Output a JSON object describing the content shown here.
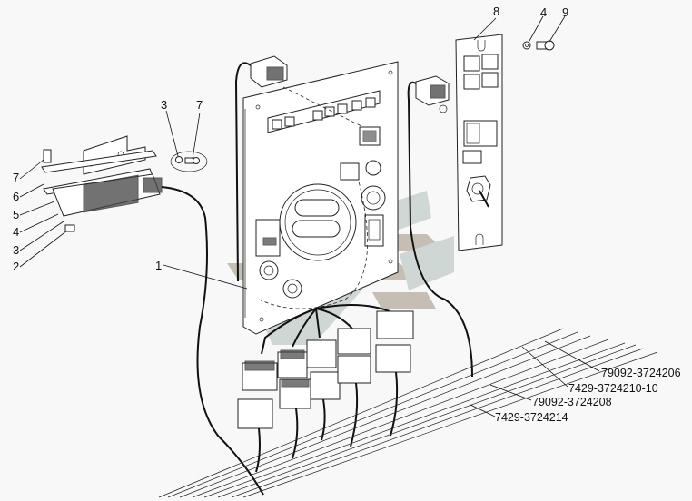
{
  "diagram": {
    "title": "Instrument panel wiring exploded view",
    "watermark": {
      "colors": {
        "tan": "#bfb5a8",
        "gray": "#c9d2d0"
      }
    },
    "callouts": {
      "left_block": [
        {
          "id": "7",
          "label": "7"
        },
        {
          "id": "6",
          "label": "6"
        },
        {
          "id": "5",
          "label": "5"
        },
        {
          "id": "4",
          "label": "4"
        },
        {
          "id": "3",
          "label": "3"
        },
        {
          "id": "2",
          "label": "2"
        }
      ],
      "fastener_group": [
        {
          "id": "3",
          "label": "3"
        },
        {
          "id": "7",
          "label": "7"
        }
      ],
      "harness": {
        "id": "1",
        "label": "1"
      },
      "side_panel": [
        {
          "id": "8",
          "label": "8"
        },
        {
          "id": "4",
          "label": "4"
        },
        {
          "id": "9",
          "label": "9"
        }
      ]
    },
    "part_numbers": [
      "79092-3724206",
      "7429-3724210-10",
      "79092-3724208",
      "7429-3724214"
    ],
    "colors": {
      "line": "#111111",
      "background": "#f8f8f8"
    }
  }
}
